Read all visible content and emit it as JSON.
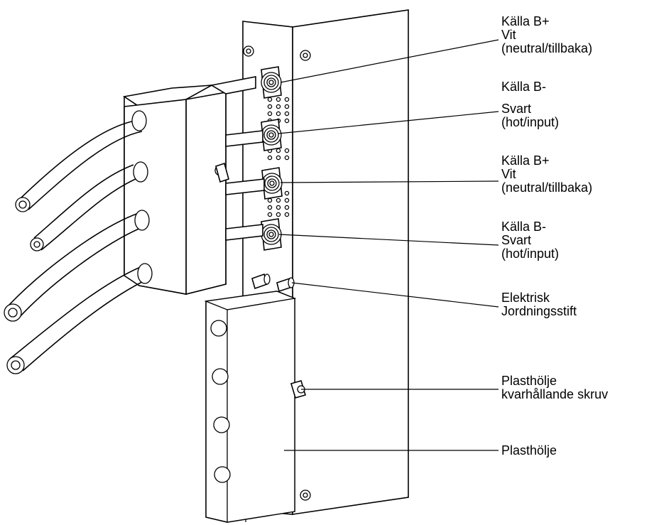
{
  "callouts": [
    {
      "id": "source-b-plus-1",
      "lines": [
        "Källa B+",
        "Vit",
        "(neutral/tillbaka)"
      ]
    },
    {
      "id": "source-b-minus-1",
      "lines": [
        "Källa B-",
        "Svart",
        "(hot/input)"
      ]
    },
    {
      "id": "source-b-plus-2",
      "lines": [
        "Källa B+",
        "Vit",
        "(neutral/tillbaka)"
      ]
    },
    {
      "id": "source-b-minus-2",
      "lines": [
        "Källa B-",
        "Svart",
        "(hot/input)"
      ]
    },
    {
      "id": "ground-pin",
      "lines": [
        "Elektrisk",
        "Jordningsstift"
      ]
    },
    {
      "id": "cover-screw",
      "lines": [
        "Plasthölje",
        "kvarhållande skruv"
      ]
    },
    {
      "id": "plastic-cover",
      "lines": [
        "Plasthölje"
      ]
    }
  ]
}
